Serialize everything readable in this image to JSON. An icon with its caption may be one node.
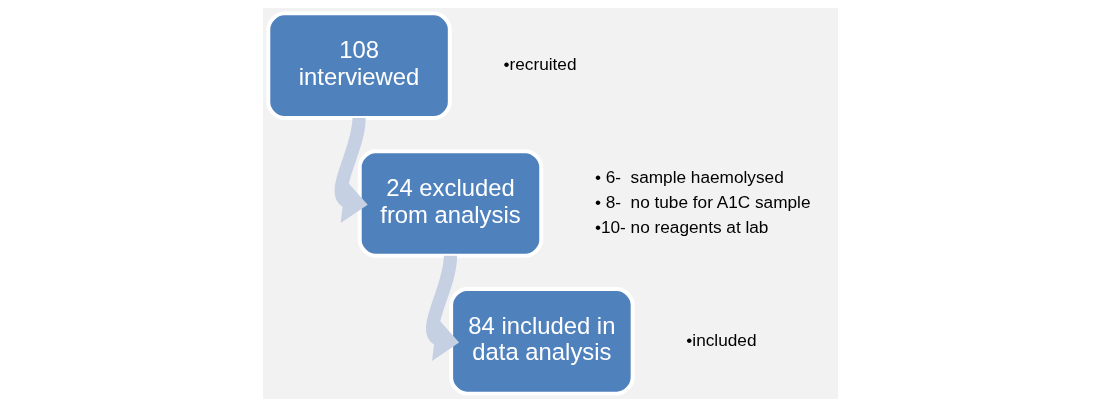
{
  "diagram": {
    "nodes": [
      {
        "text": [
          "108 interviewed"
        ],
        "beside": [
          "•recruited"
        ]
      },
      {
        "text": [
          "24 excluded from analysis"
        ],
        "beside": [
          "• 6-  sample haemolysed",
          "• 8-  no tube for A1C sample",
          "•10- no reagents at lab"
        ]
      },
      {
        "text": [
          "84 included in data analysis"
        ],
        "beside": [
          "•included"
        ]
      }
    ],
    "edges": [
      {
        "from": 0,
        "to": 1,
        "arrow": "to"
      },
      {
        "from": 1,
        "to": 2,
        "arrow": "to"
      }
    ]
  }
}
